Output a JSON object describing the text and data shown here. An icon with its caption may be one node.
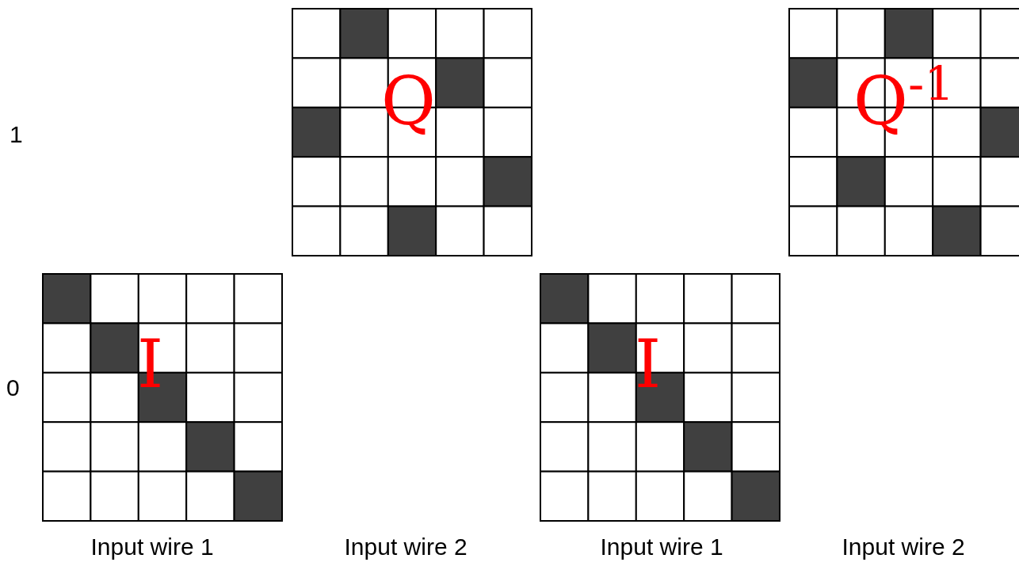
{
  "diagram": {
    "nodes": [
      {
        "text": [
          "Q"
        ]
      },
      {
        "text": [
          "Q$^{-1}$"
        ]
      },
      {
        "text": [
          "I"
        ]
      },
      {
        "text": [
          "I"
        ]
      }
    ],
    "labels": [
      "1",
      "0",
      "Input wire 1",
      "Input wire 2",
      "Input wire 1",
      "Input wire 2"
    ]
  }
}
